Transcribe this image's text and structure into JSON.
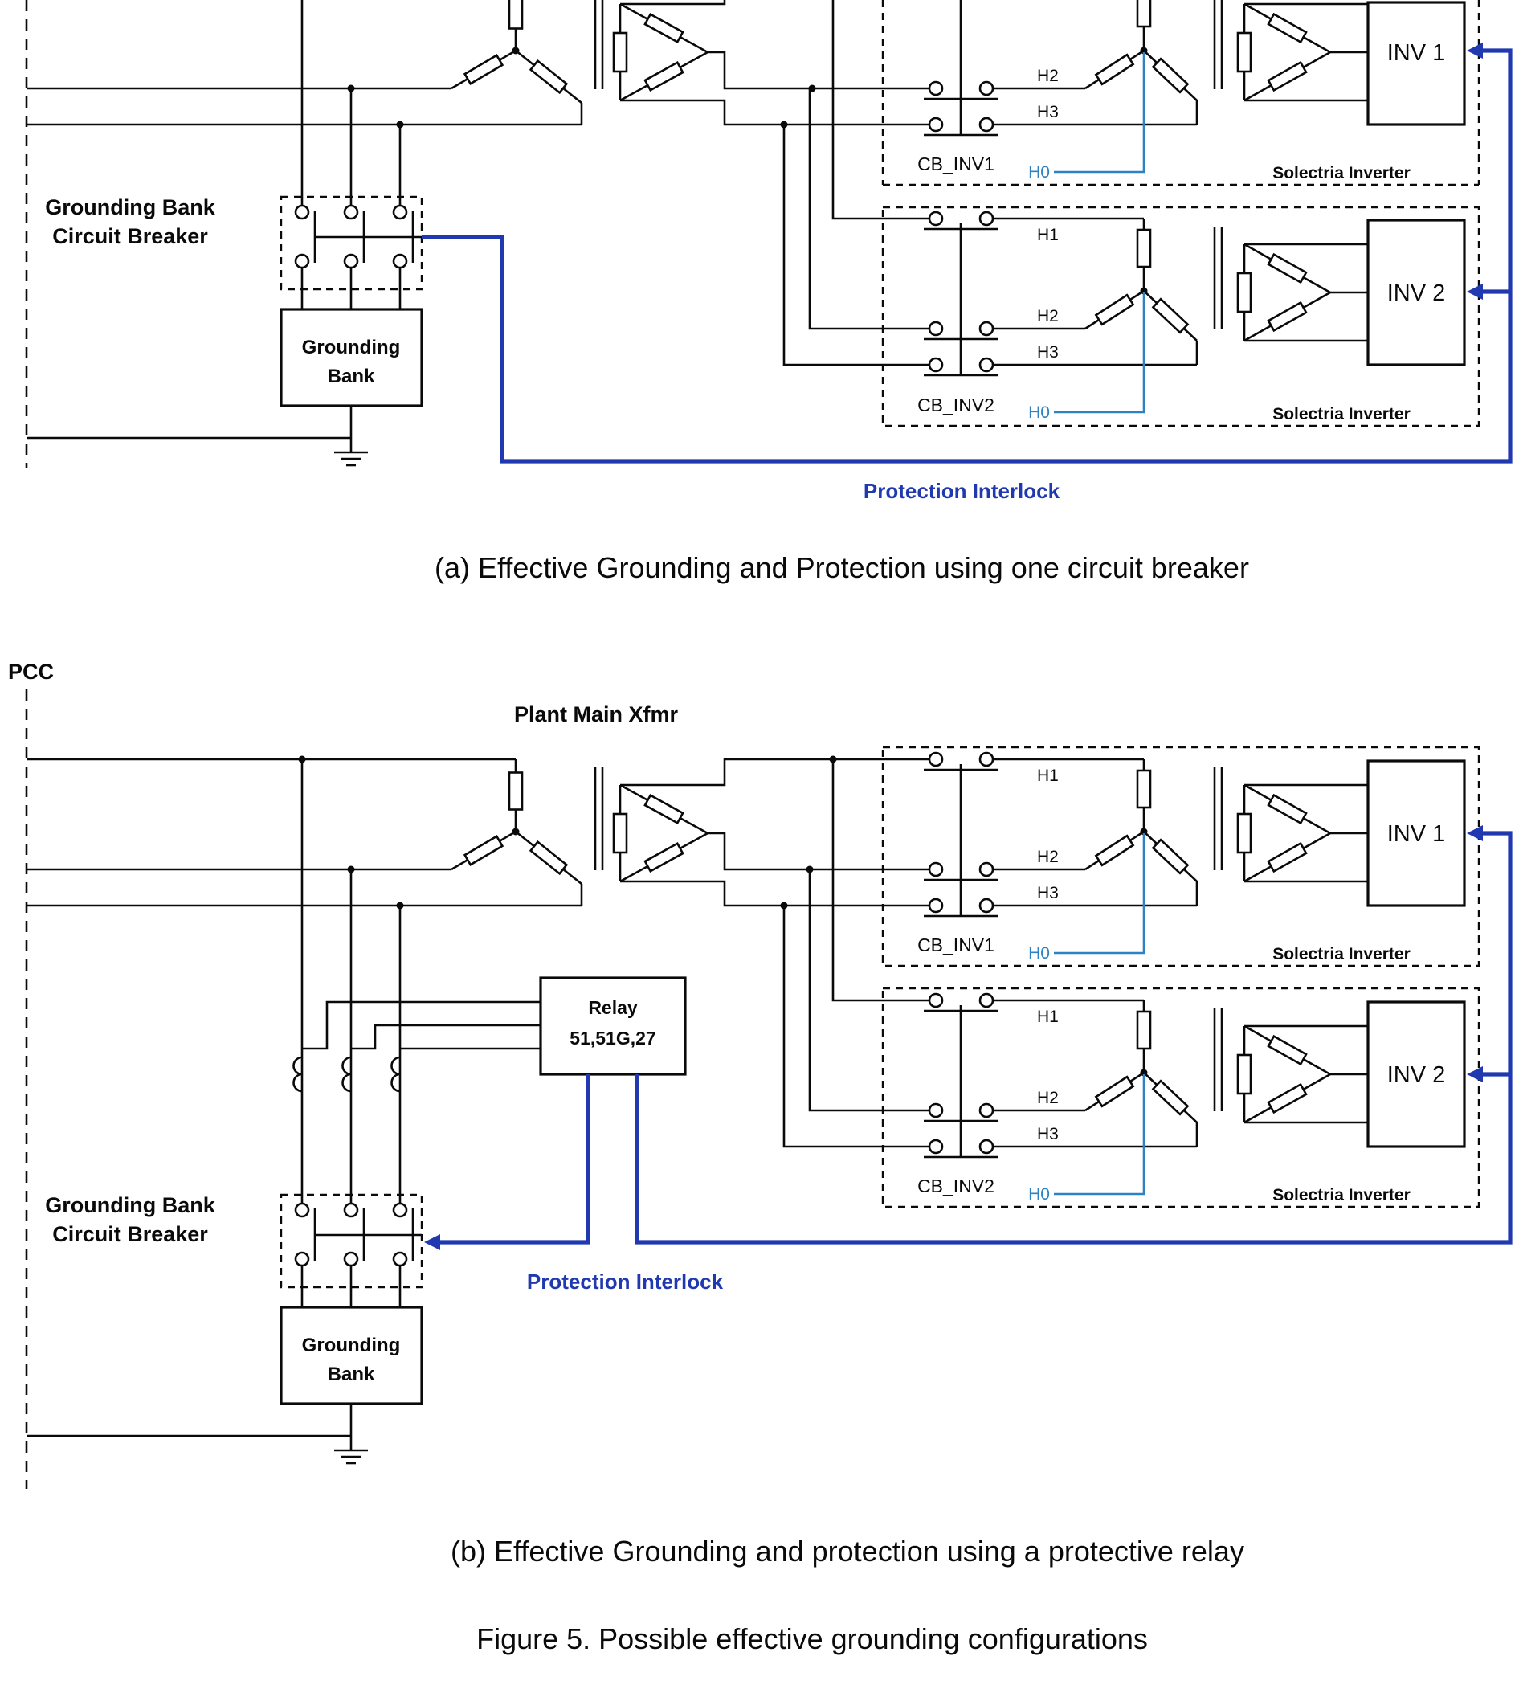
{
  "labels": {
    "pcc": "PCC",
    "plant_main_xfmr": "Plant Main Xfmr",
    "grounding_bank_breaker_line1": "Grounding Bank",
    "grounding_bank_breaker_line2": "Circuit Breaker",
    "grounding_bank_line1": "Grounding",
    "grounding_bank_line2": "Bank",
    "relay_line1": "Relay",
    "relay_line2": "51,51G,27",
    "protection_interlock": "Protection Interlock",
    "solectria_inverter": "Solectria Inverter",
    "cb_inv1": "CB_INV1",
    "cb_inv2": "CB_INV2",
    "inv1": "INV 1",
    "inv2": "INV 2",
    "h0": "H0",
    "h1": "H1",
    "h2": "H2",
    "h3": "H3"
  },
  "captions": {
    "a": "(a)  Effective Grounding and Protection using one circuit breaker",
    "b": "(b)  Effective Grounding and protection using a protective relay",
    "figure": "Figure 5. Possible effective grounding configurations"
  },
  "colors": {
    "interlock_blue": "#2139b0",
    "h0_blue": "#2d82c4",
    "line_black": "#0a0a0a"
  }
}
